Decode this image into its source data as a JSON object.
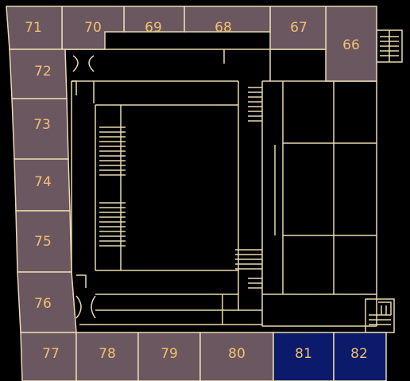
{
  "colors": {
    "background": "#000000",
    "room_fill": "#6b5760",
    "room_selected_fill": "#0b1a6b",
    "wall": "#e8d9b0",
    "label": "#f0c070"
  },
  "rooms": [
    {
      "id": "66",
      "label": "66",
      "selected": false
    },
    {
      "id": "67",
      "label": "67",
      "selected": false
    },
    {
      "id": "68",
      "label": "68",
      "selected": false
    },
    {
      "id": "69",
      "label": "69",
      "selected": false
    },
    {
      "id": "70",
      "label": "70",
      "selected": false
    },
    {
      "id": "71",
      "label": "71",
      "selected": false
    },
    {
      "id": "72",
      "label": "72",
      "selected": false
    },
    {
      "id": "73",
      "label": "73",
      "selected": false
    },
    {
      "id": "74",
      "label": "74",
      "selected": false
    },
    {
      "id": "75",
      "label": "75",
      "selected": false
    },
    {
      "id": "76",
      "label": "76",
      "selected": false
    },
    {
      "id": "77",
      "label": "77",
      "selected": false
    },
    {
      "id": "78",
      "label": "78",
      "selected": false
    },
    {
      "id": "79",
      "label": "79",
      "selected": false
    },
    {
      "id": "80",
      "label": "80",
      "selected": false
    },
    {
      "id": "81",
      "label": "81",
      "selected": true
    },
    {
      "id": "82",
      "label": "82",
      "selected": true
    }
  ]
}
